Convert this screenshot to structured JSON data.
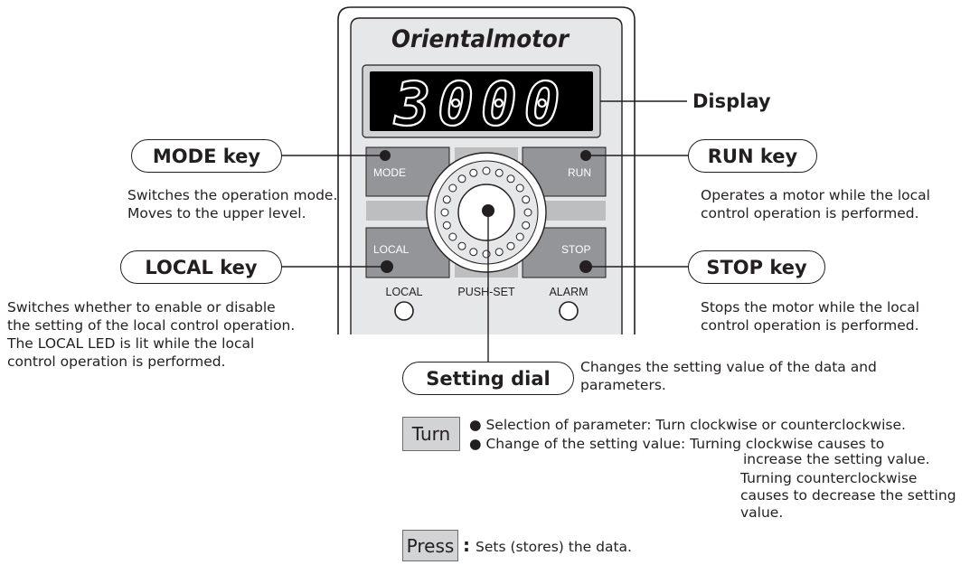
{
  "panel": {
    "brand": "Orientalmotor",
    "display_value": "3000",
    "keys": {
      "mode": "MODE",
      "run": "RUN",
      "local": "LOCAL",
      "stop": "STOP"
    },
    "led_labels": {
      "local": "LOCAL",
      "push_set": "PUSH-SET",
      "alarm": "ALARM"
    }
  },
  "callouts": {
    "display": {
      "label": "Display"
    },
    "mode_key": {
      "label": "MODE key",
      "desc": [
        "Switches the operation mode.",
        "Moves to the upper level."
      ]
    },
    "run_key": {
      "label": "RUN key",
      "desc": [
        "Operates a motor while the local",
        "control operation is performed."
      ]
    },
    "local_key": {
      "label": "LOCAL key",
      "desc": [
        "Switches whether to enable or disable",
        "the setting of the local control operation.",
        "The LOCAL LED is lit while the local",
        "control operation is performed."
      ]
    },
    "stop_key": {
      "label": "STOP key",
      "desc": [
        "Stops the motor while the local",
        "control operation is performed."
      ]
    },
    "setting_dial": {
      "label": "Setting dial",
      "desc": [
        "Changes the setting value of the data and",
        "parameters."
      ]
    }
  },
  "turn": {
    "tag": "Turn",
    "items": [
      {
        "title": "Selection of parameter:",
        "text": [
          "Turn clockwise or counterclockwise."
        ]
      },
      {
        "title": "Change of the setting value:",
        "text": [
          "Turning clockwise causes to",
          "increase the setting value.",
          "Turning counterclockwise",
          "causes to decrease the setting",
          "value."
        ]
      }
    ]
  },
  "press": {
    "tag": "Press",
    "colon": ":",
    "text": "Sets (stores) the data."
  }
}
